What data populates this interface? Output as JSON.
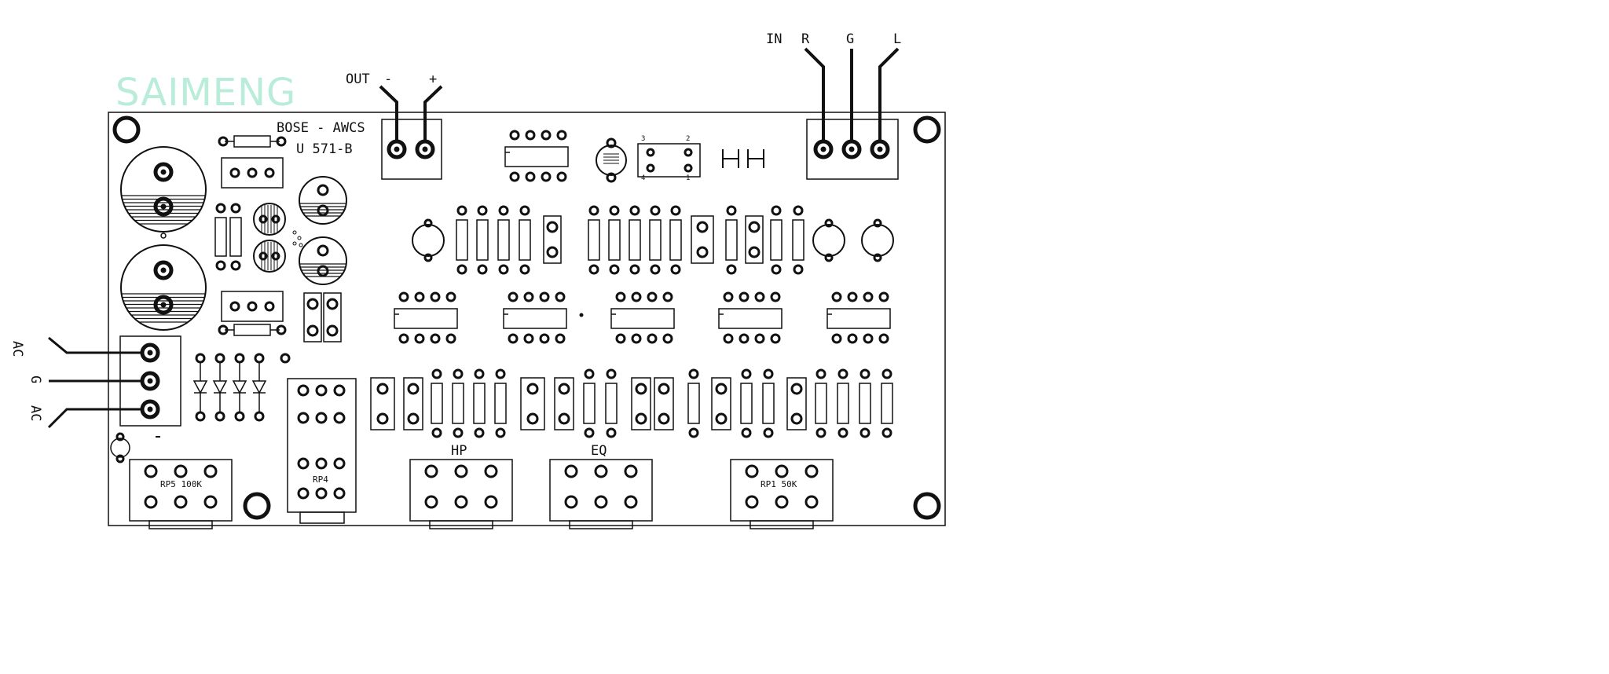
{
  "watermark": "SAIMENG",
  "board": {
    "name": "BOSE - AWCS",
    "model": "U 571-B"
  },
  "connectors": {
    "out": {
      "label": "OUT",
      "minus": "-",
      "plus": "+"
    },
    "in": {
      "label": "IN",
      "r": "R",
      "g": "G",
      "l": "L"
    },
    "ac": {
      "ac1": "AC",
      "g": "G",
      "ac2": "AC"
    }
  },
  "pots": {
    "rp5": "RP5 100K",
    "rp4": "RP4",
    "hp": "HP",
    "eq": "EQ",
    "rp1": "RP1 50K"
  },
  "pin_marks": {
    "p3": "3",
    "p2": "2",
    "p4": "4",
    "p1": "1"
  },
  "colors": {
    "ink": "#111111",
    "watermark": "#b9ecd9",
    "background": "#ffffff"
  }
}
